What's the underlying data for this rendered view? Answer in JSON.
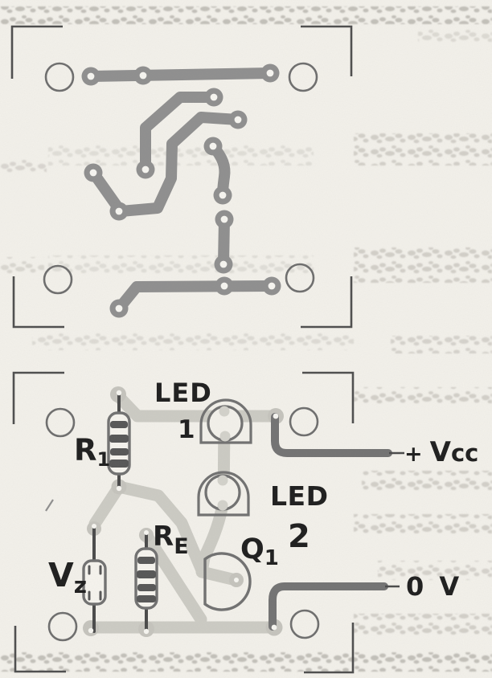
{
  "figure": {
    "boards": {
      "copper_side": "top",
      "component_side": "bottom"
    }
  },
  "labels": {
    "led1": {
      "text": "LED",
      "number": "1"
    },
    "led2": {
      "text": "LED",
      "number": "2"
    },
    "r1": {
      "base": "R",
      "sub": "1"
    },
    "re": {
      "base": "R",
      "sub": "E"
    },
    "vz": {
      "base": "V",
      "sub": "z"
    },
    "q1": {
      "base": "Q",
      "sub": "1"
    },
    "vcc": {
      "sign": "+",
      "base": "V",
      "sub": "cc"
    },
    "gnd": "0 V"
  },
  "colors": {
    "paper": "#f3f1eb",
    "copper_trace": "#8f8f8f",
    "pad_hole": "#f7f6f1",
    "trace_ghost": "#cccbc4",
    "pad_ghost": "#c5c4bd",
    "component_outline": "#717171",
    "resistor_band": "#575757",
    "lead": "#4a4a4a",
    "wire": "#737373",
    "board_outline": "#4e4e4e",
    "mount_hole": "#6e6e6e",
    "ink": "#1e1e1e",
    "smudge": "#b3b0a9"
  }
}
